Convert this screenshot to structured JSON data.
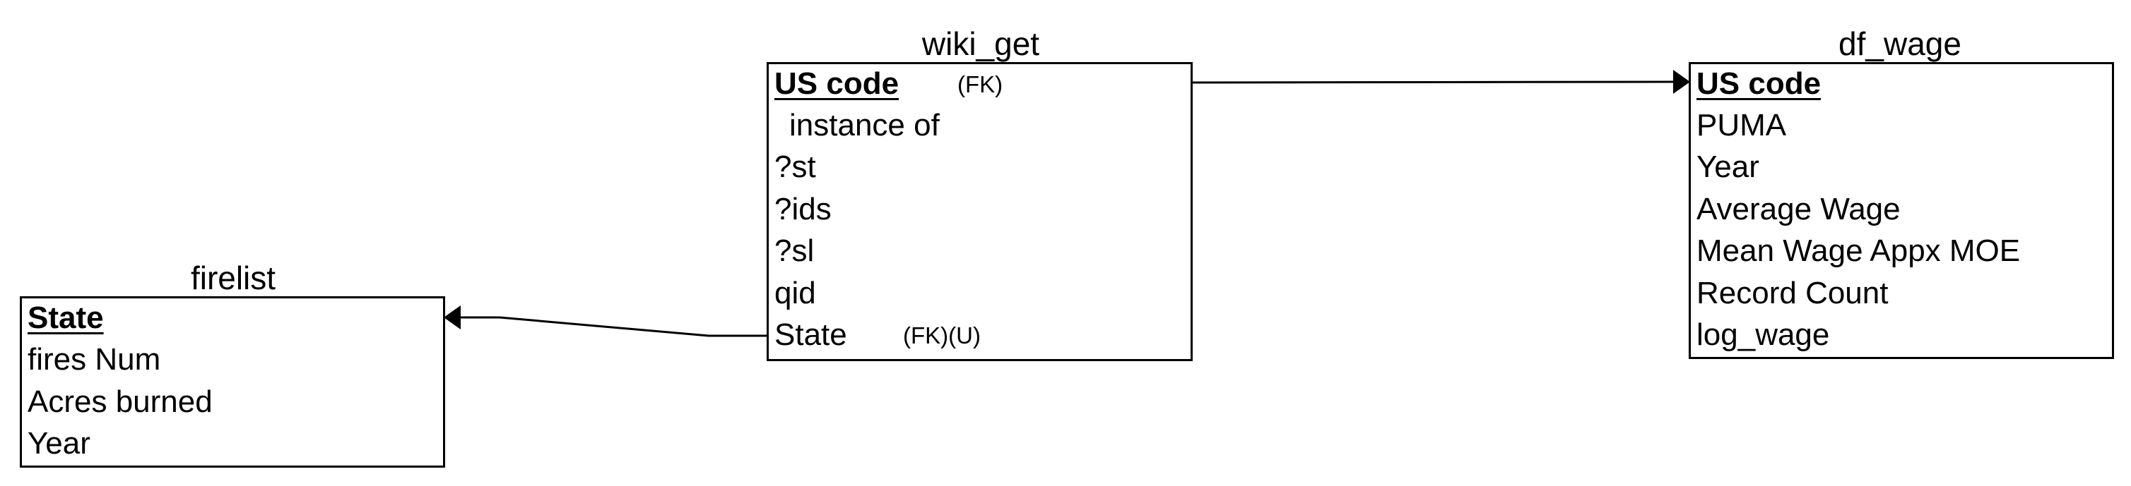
{
  "entities": {
    "firelist": {
      "title": "firelist",
      "key": "State",
      "fields": [
        "fires Num",
        "Acres burned",
        "Year"
      ]
    },
    "wiki_get": {
      "title": "wiki_get",
      "key": "US code",
      "key_tag": "(FK)",
      "fields": [
        "instance of",
        "?st",
        "?ids",
        "?sl",
        "qid",
        "State"
      ],
      "state_tag": "(FK)(U)"
    },
    "df_wage": {
      "title": "df_wage",
      "key": "US code",
      "fields": [
        "PUMA",
        "Year",
        "Average Wage",
        "Mean Wage Appx MOE",
        "Record Count",
        "log_wage"
      ]
    }
  },
  "relationships": [
    {
      "from": "wiki_get.US code",
      "to": "df_wage.US code"
    },
    {
      "from": "wiki_get.State",
      "to": "firelist.State"
    }
  ]
}
